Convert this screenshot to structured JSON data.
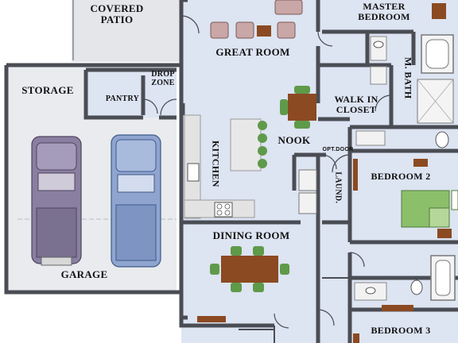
{
  "rooms": {
    "covered_patio": "COVERED\nPATIO",
    "great_room": "GREAT ROOM",
    "master_bedroom": "MASTER\nBEDROOM",
    "m_bath": "M. BATH",
    "storage": "STORAGE",
    "drop_zone": "DROP\nZONE",
    "pantry": "PANTRY",
    "walk_in_closet": "WALK IN\nCLOSET",
    "kitchen": "KITCHEN",
    "nook": "NOOK",
    "opt_door": "OPT.DOOR",
    "laund": "LAUND.",
    "bedroom_2": "BEDROOM 2",
    "dining_room": "DINING ROOM",
    "garage": "GARAGE",
    "bedroom_3": "BEDROOM 3"
  },
  "colors": {
    "floor": "#dde4f2",
    "patio": "#e4e6ea",
    "wall": "#4a4d54",
    "wood": "#8b4a22",
    "chair": "#5f9a4a",
    "bed": "#8cbf6a",
    "truck_left": "#8a7fa0",
    "truck_right": "#8fa4cf"
  }
}
